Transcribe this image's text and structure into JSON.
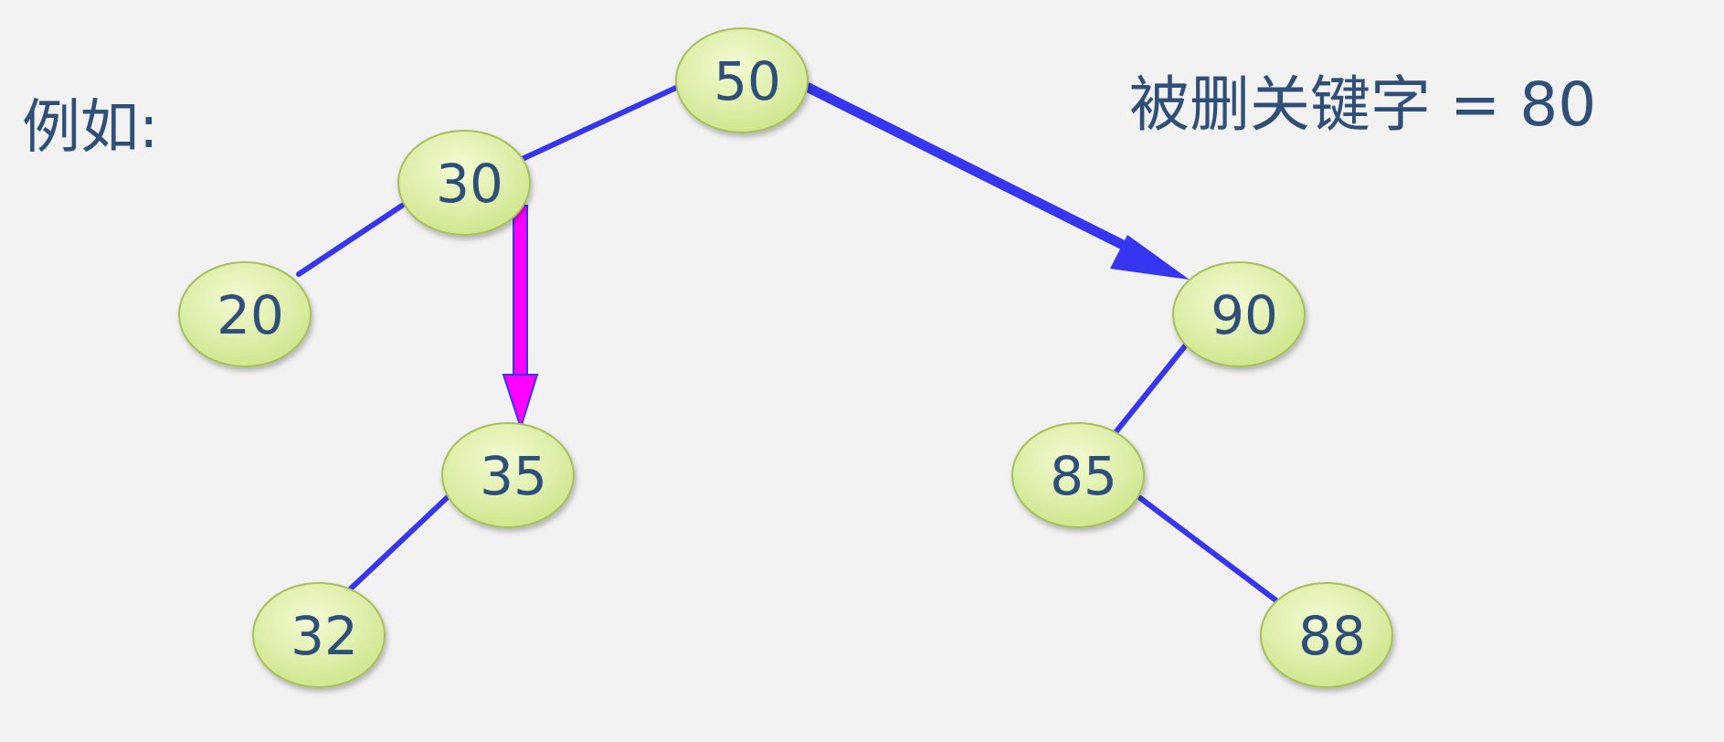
{
  "caption": "例如:",
  "deleted_key_label": "被删关键字 =  80",
  "colors": {
    "node_fill_light": "#f4fbd4",
    "node_fill_dark": "#cde58a",
    "node_stroke": "#a6c05a",
    "edge": "#3636f0",
    "highlight_arrow": "#ff00ff",
    "text": "#2f4f78"
  },
  "nodes": [
    {
      "id": "n50",
      "label": "50"
    },
    {
      "id": "n30",
      "label": "30"
    },
    {
      "id": "n20",
      "label": "20"
    },
    {
      "id": "n35",
      "label": "35"
    },
    {
      "id": "n32",
      "label": "32"
    },
    {
      "id": "n90",
      "label": "90"
    },
    {
      "id": "n85",
      "label": "85"
    },
    {
      "id": "n88",
      "label": "88"
    }
  ],
  "edges": [
    {
      "from": "n50",
      "to": "n30"
    },
    {
      "from": "n30",
      "to": "n20"
    },
    {
      "from": "n35",
      "to": "n32"
    },
    {
      "from": "n90",
      "to": "n85"
    },
    {
      "from": "n85",
      "to": "n88"
    }
  ],
  "arrows": [
    {
      "from": "n50",
      "to": "n90",
      "style": "edge"
    },
    {
      "from": "n30",
      "to": "n35",
      "style": "highlight"
    }
  ]
}
